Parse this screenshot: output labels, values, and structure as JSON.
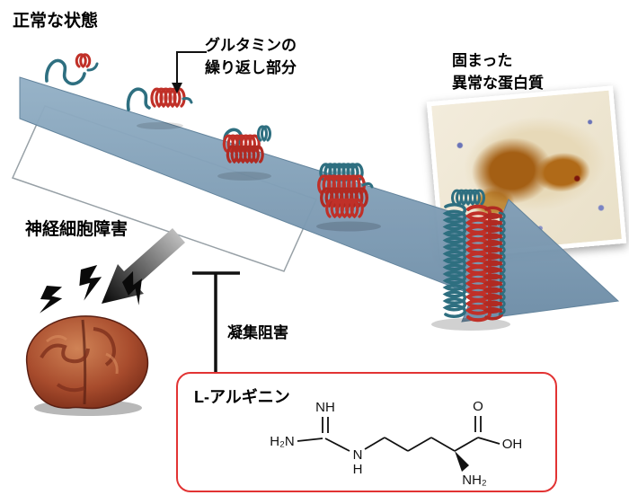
{
  "labels": {
    "normal_state": "正常な状態",
    "glutamine_line1": "グルタミンの",
    "glutamine_line2": "繰り返し部分",
    "aggregated_line1": "固まった",
    "aggregated_line2": "異常な蛋白質",
    "nerve_damage": "神経細胞障害",
    "inhibition": "凝集阻害",
    "arginine_title": "L-アルギニン"
  },
  "chem": {
    "h2n": "H₂N",
    "nh": "NH",
    "n": "N",
    "h": "H",
    "o": "O",
    "oh": "OH",
    "nh2": "NH₂"
  },
  "colors": {
    "arrow_blue": "#7d9cb6",
    "protein_teal": "#2e6f80",
    "protein_red": "#c03028",
    "box_border": "#e23333",
    "ink": "#000000"
  }
}
